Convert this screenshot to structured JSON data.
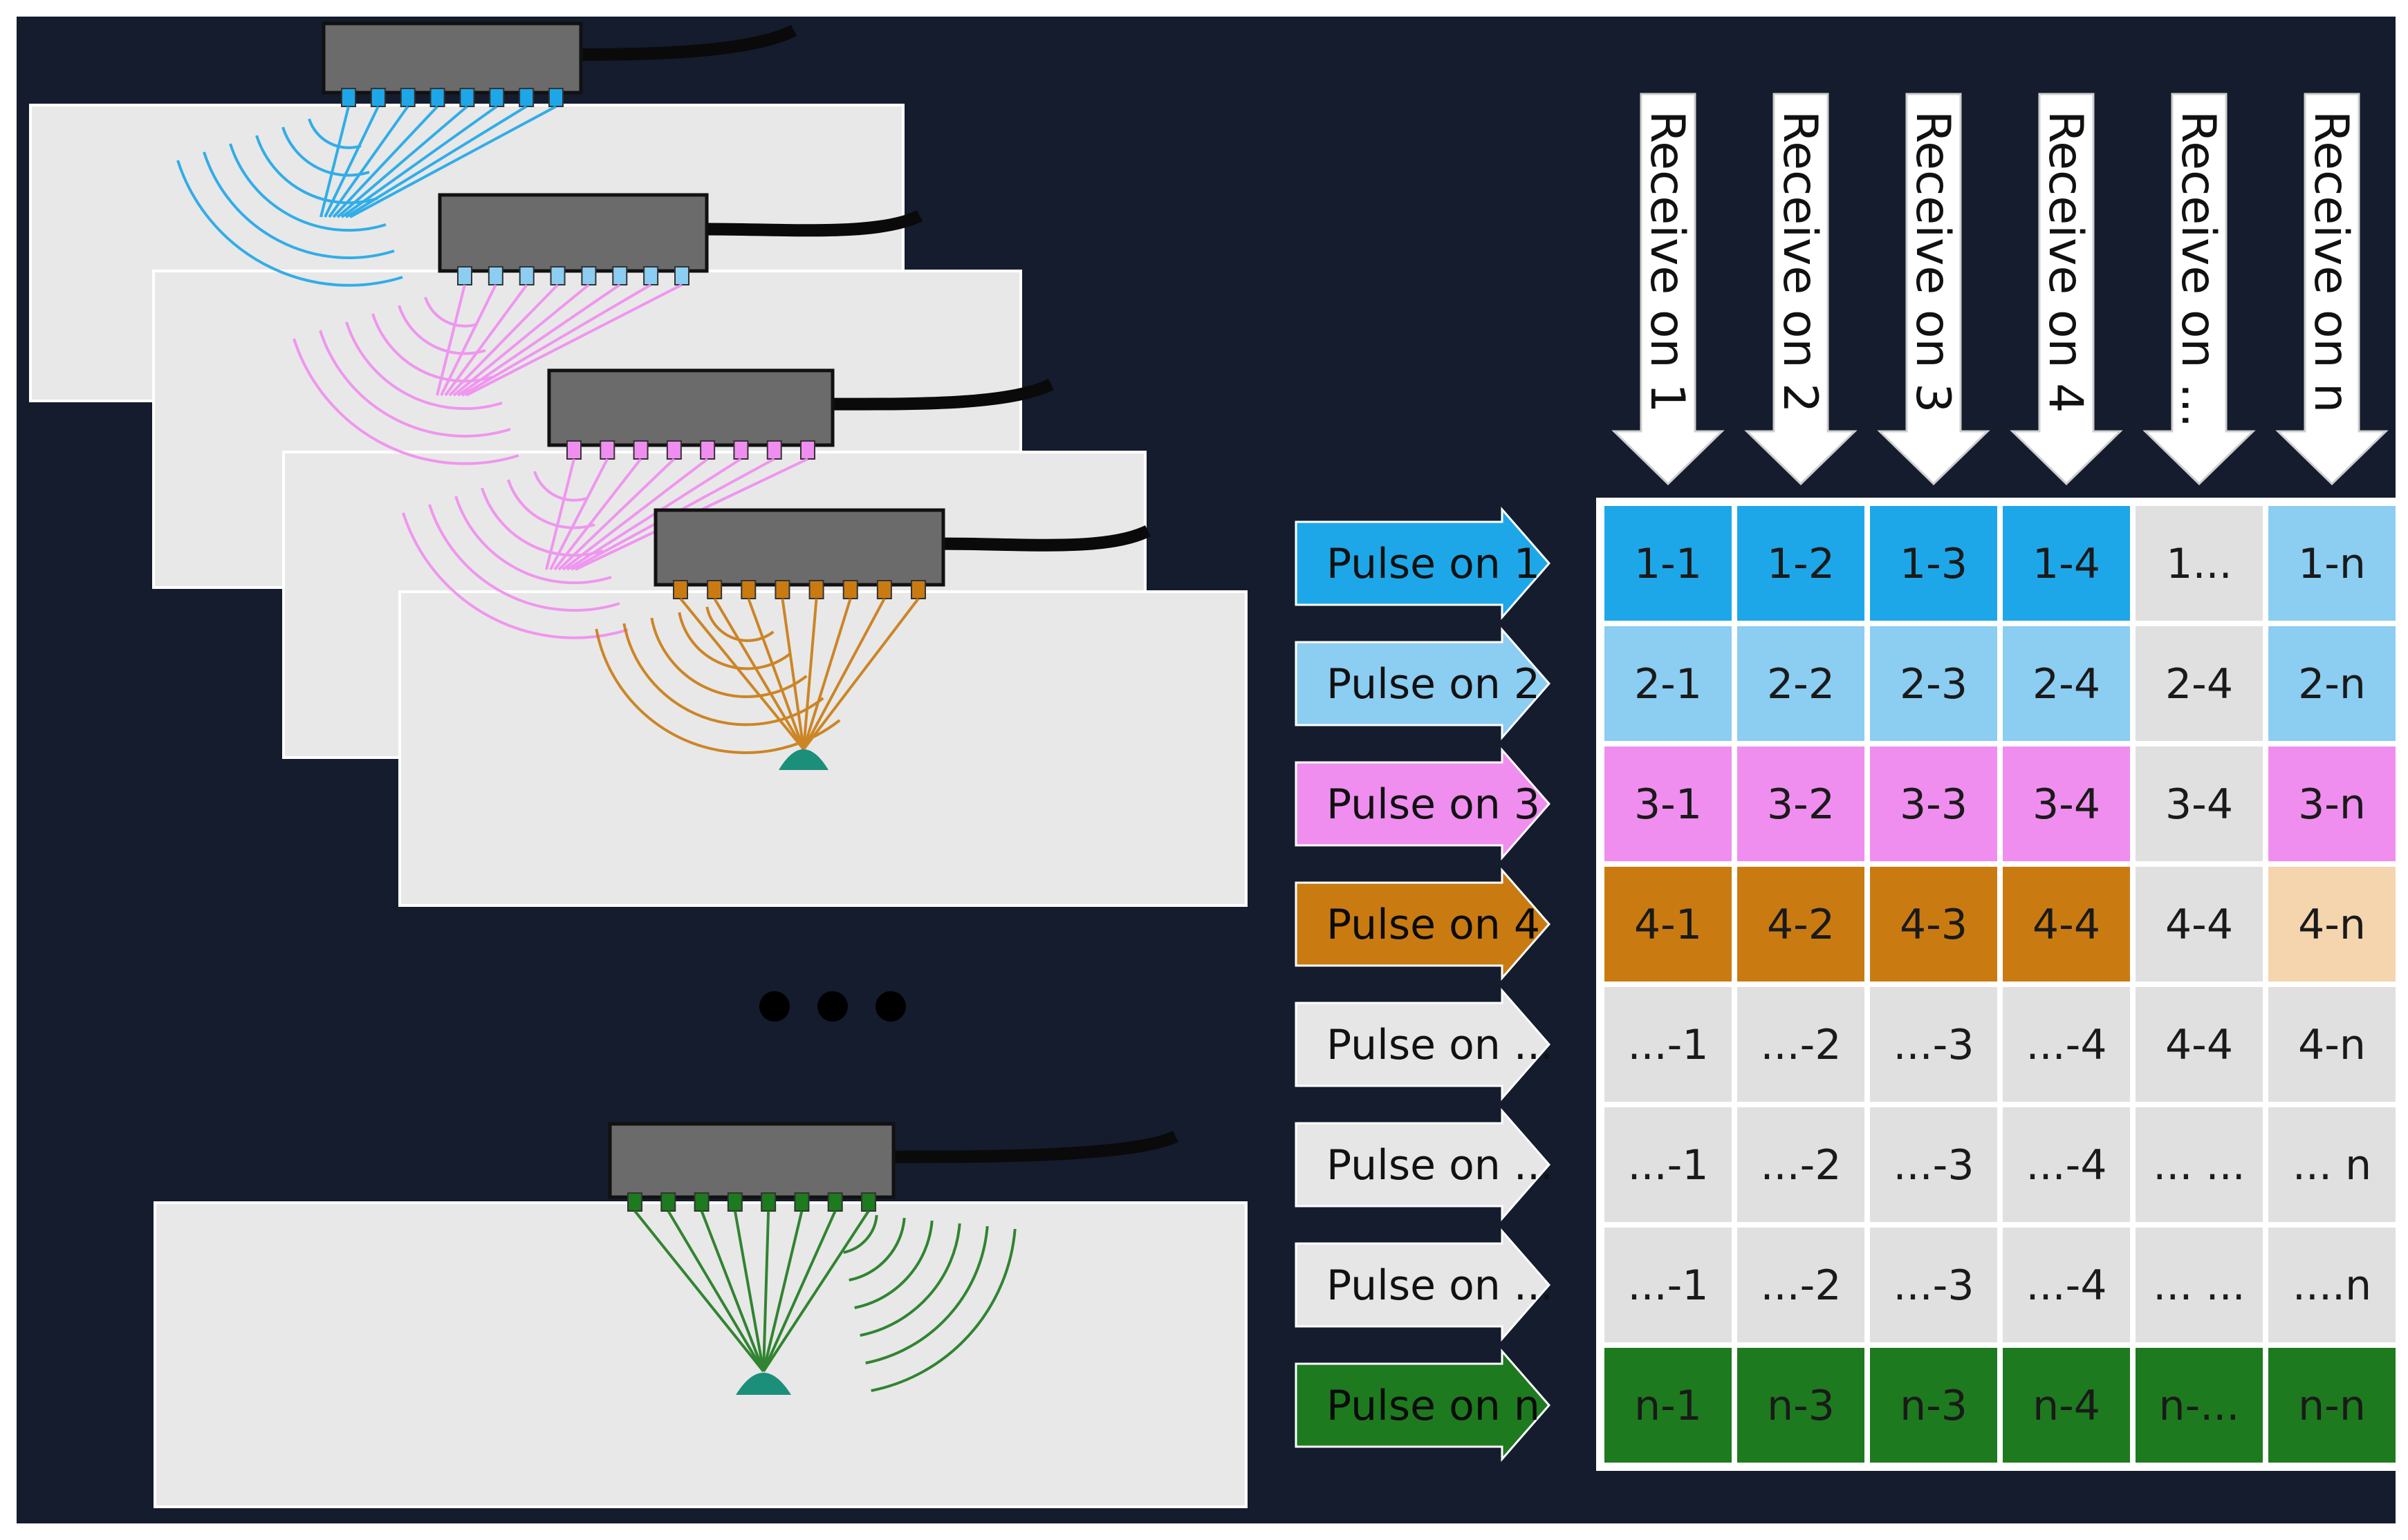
{
  "colors": {
    "background": "#141c2e",
    "pulse_1": "#1ea7e8",
    "pulse_2": "#8ccdf2",
    "pulse_3": "#f08ef0",
    "pulse_4": "#c97b12",
    "pulse_other": "#e6e6e6",
    "pulse_n": "#1e7a1e",
    "grey_cell": "#e0e0e0",
    "light_orange_cell": "#f4d5ae",
    "probe_body": "#6b6b6b",
    "focus_spot": "#1c8f7a"
  },
  "receive_headers": [
    "Receive on 1",
    "Receive on 2",
    "Receive on 3",
    "Receive on 4",
    "Receive on ...",
    "Receive on n"
  ],
  "matrix": [
    {
      "pulse": "Pulse on 1",
      "row_color": "pulse_1",
      "cells": [
        {
          "text": "1-1",
          "color": "pulse_1"
        },
        {
          "text": "1-2",
          "color": "pulse_1"
        },
        {
          "text": "1-3",
          "color": "pulse_1"
        },
        {
          "text": "1-4",
          "color": "pulse_1"
        },
        {
          "text": "1...",
          "color": "grey_cell"
        },
        {
          "text": "1-n",
          "color": "pulse_2"
        }
      ]
    },
    {
      "pulse": "Pulse on 2",
      "row_color": "pulse_2",
      "cells": [
        {
          "text": "2-1",
          "color": "pulse_2"
        },
        {
          "text": "2-2",
          "color": "pulse_2"
        },
        {
          "text": "2-3",
          "color": "pulse_2"
        },
        {
          "text": "2-4",
          "color": "pulse_2"
        },
        {
          "text": "2-4",
          "color": "grey_cell"
        },
        {
          "text": "2-n",
          "color": "pulse_2"
        }
      ]
    },
    {
      "pulse": "Pulse on 3",
      "row_color": "pulse_3",
      "cells": [
        {
          "text": "3-1",
          "color": "pulse_3"
        },
        {
          "text": "3-2",
          "color": "pulse_3"
        },
        {
          "text": "3-3",
          "color": "pulse_3"
        },
        {
          "text": "3-4",
          "color": "pulse_3"
        },
        {
          "text": "3-4",
          "color": "grey_cell"
        },
        {
          "text": "3-n",
          "color": "pulse_3"
        }
      ]
    },
    {
      "pulse": "Pulse on 4",
      "row_color": "pulse_4",
      "cells": [
        {
          "text": "4-1",
          "color": "pulse_4"
        },
        {
          "text": "4-2",
          "color": "pulse_4"
        },
        {
          "text": "4-3",
          "color": "pulse_4"
        },
        {
          "text": "4-4",
          "color": "pulse_4"
        },
        {
          "text": "4-4",
          "color": "grey_cell"
        },
        {
          "text": "4-n",
          "color": "light_orange_cell"
        }
      ]
    },
    {
      "pulse": "Pulse on ...",
      "row_color": "pulse_other",
      "cells": [
        {
          "text": "...-1",
          "color": "grey_cell"
        },
        {
          "text": "...-2",
          "color": "grey_cell"
        },
        {
          "text": "...-3",
          "color": "grey_cell"
        },
        {
          "text": "...-4",
          "color": "grey_cell"
        },
        {
          "text": "4-4",
          "color": "grey_cell"
        },
        {
          "text": "4-n",
          "color": "grey_cell"
        }
      ]
    },
    {
      "pulse": "Pulse on ...",
      "row_color": "pulse_other",
      "cells": [
        {
          "text": "...-1",
          "color": "grey_cell"
        },
        {
          "text": "...-2",
          "color": "grey_cell"
        },
        {
          "text": "...-3",
          "color": "grey_cell"
        },
        {
          "text": "...-4",
          "color": "grey_cell"
        },
        {
          "text": "... ...",
          "color": "grey_cell"
        },
        {
          "text": "... n",
          "color": "grey_cell"
        }
      ]
    },
    {
      "pulse": "Pulse on ...",
      "row_color": "pulse_other",
      "cells": [
        {
          "text": "...-1",
          "color": "grey_cell"
        },
        {
          "text": "...-2",
          "color": "grey_cell"
        },
        {
          "text": "...-3",
          "color": "grey_cell"
        },
        {
          "text": "...-4",
          "color": "grey_cell"
        },
        {
          "text": "... ...",
          "color": "grey_cell"
        },
        {
          "text": "....n",
          "color": "grey_cell"
        }
      ]
    },
    {
      "pulse": "Pulse on n",
      "row_color": "pulse_n",
      "cells": [
        {
          "text": "n-1",
          "color": "pulse_n"
        },
        {
          "text": "n-3",
          "color": "pulse_n"
        },
        {
          "text": "n-3",
          "color": "pulse_n"
        },
        {
          "text": "n-4",
          "color": "pulse_n"
        },
        {
          "text": "n-...",
          "color": "pulse_n"
        },
        {
          "text": "n-n",
          "color": "pulse_n"
        }
      ]
    }
  ],
  "illustration": {
    "probes": [
      {
        "element_color": "pulse_1",
        "wave_color": "pulse_1"
      },
      {
        "element_color": "pulse_2",
        "wave_color": "pulse_3"
      },
      {
        "element_color": "pulse_3",
        "wave_color": "pulse_3"
      },
      {
        "element_color": "pulse_4",
        "wave_color": "pulse_4"
      }
    ],
    "last_probe": {
      "element_color": "pulse_n",
      "wave_color": "pulse_n"
    },
    "ellipsis_dots": 3
  }
}
